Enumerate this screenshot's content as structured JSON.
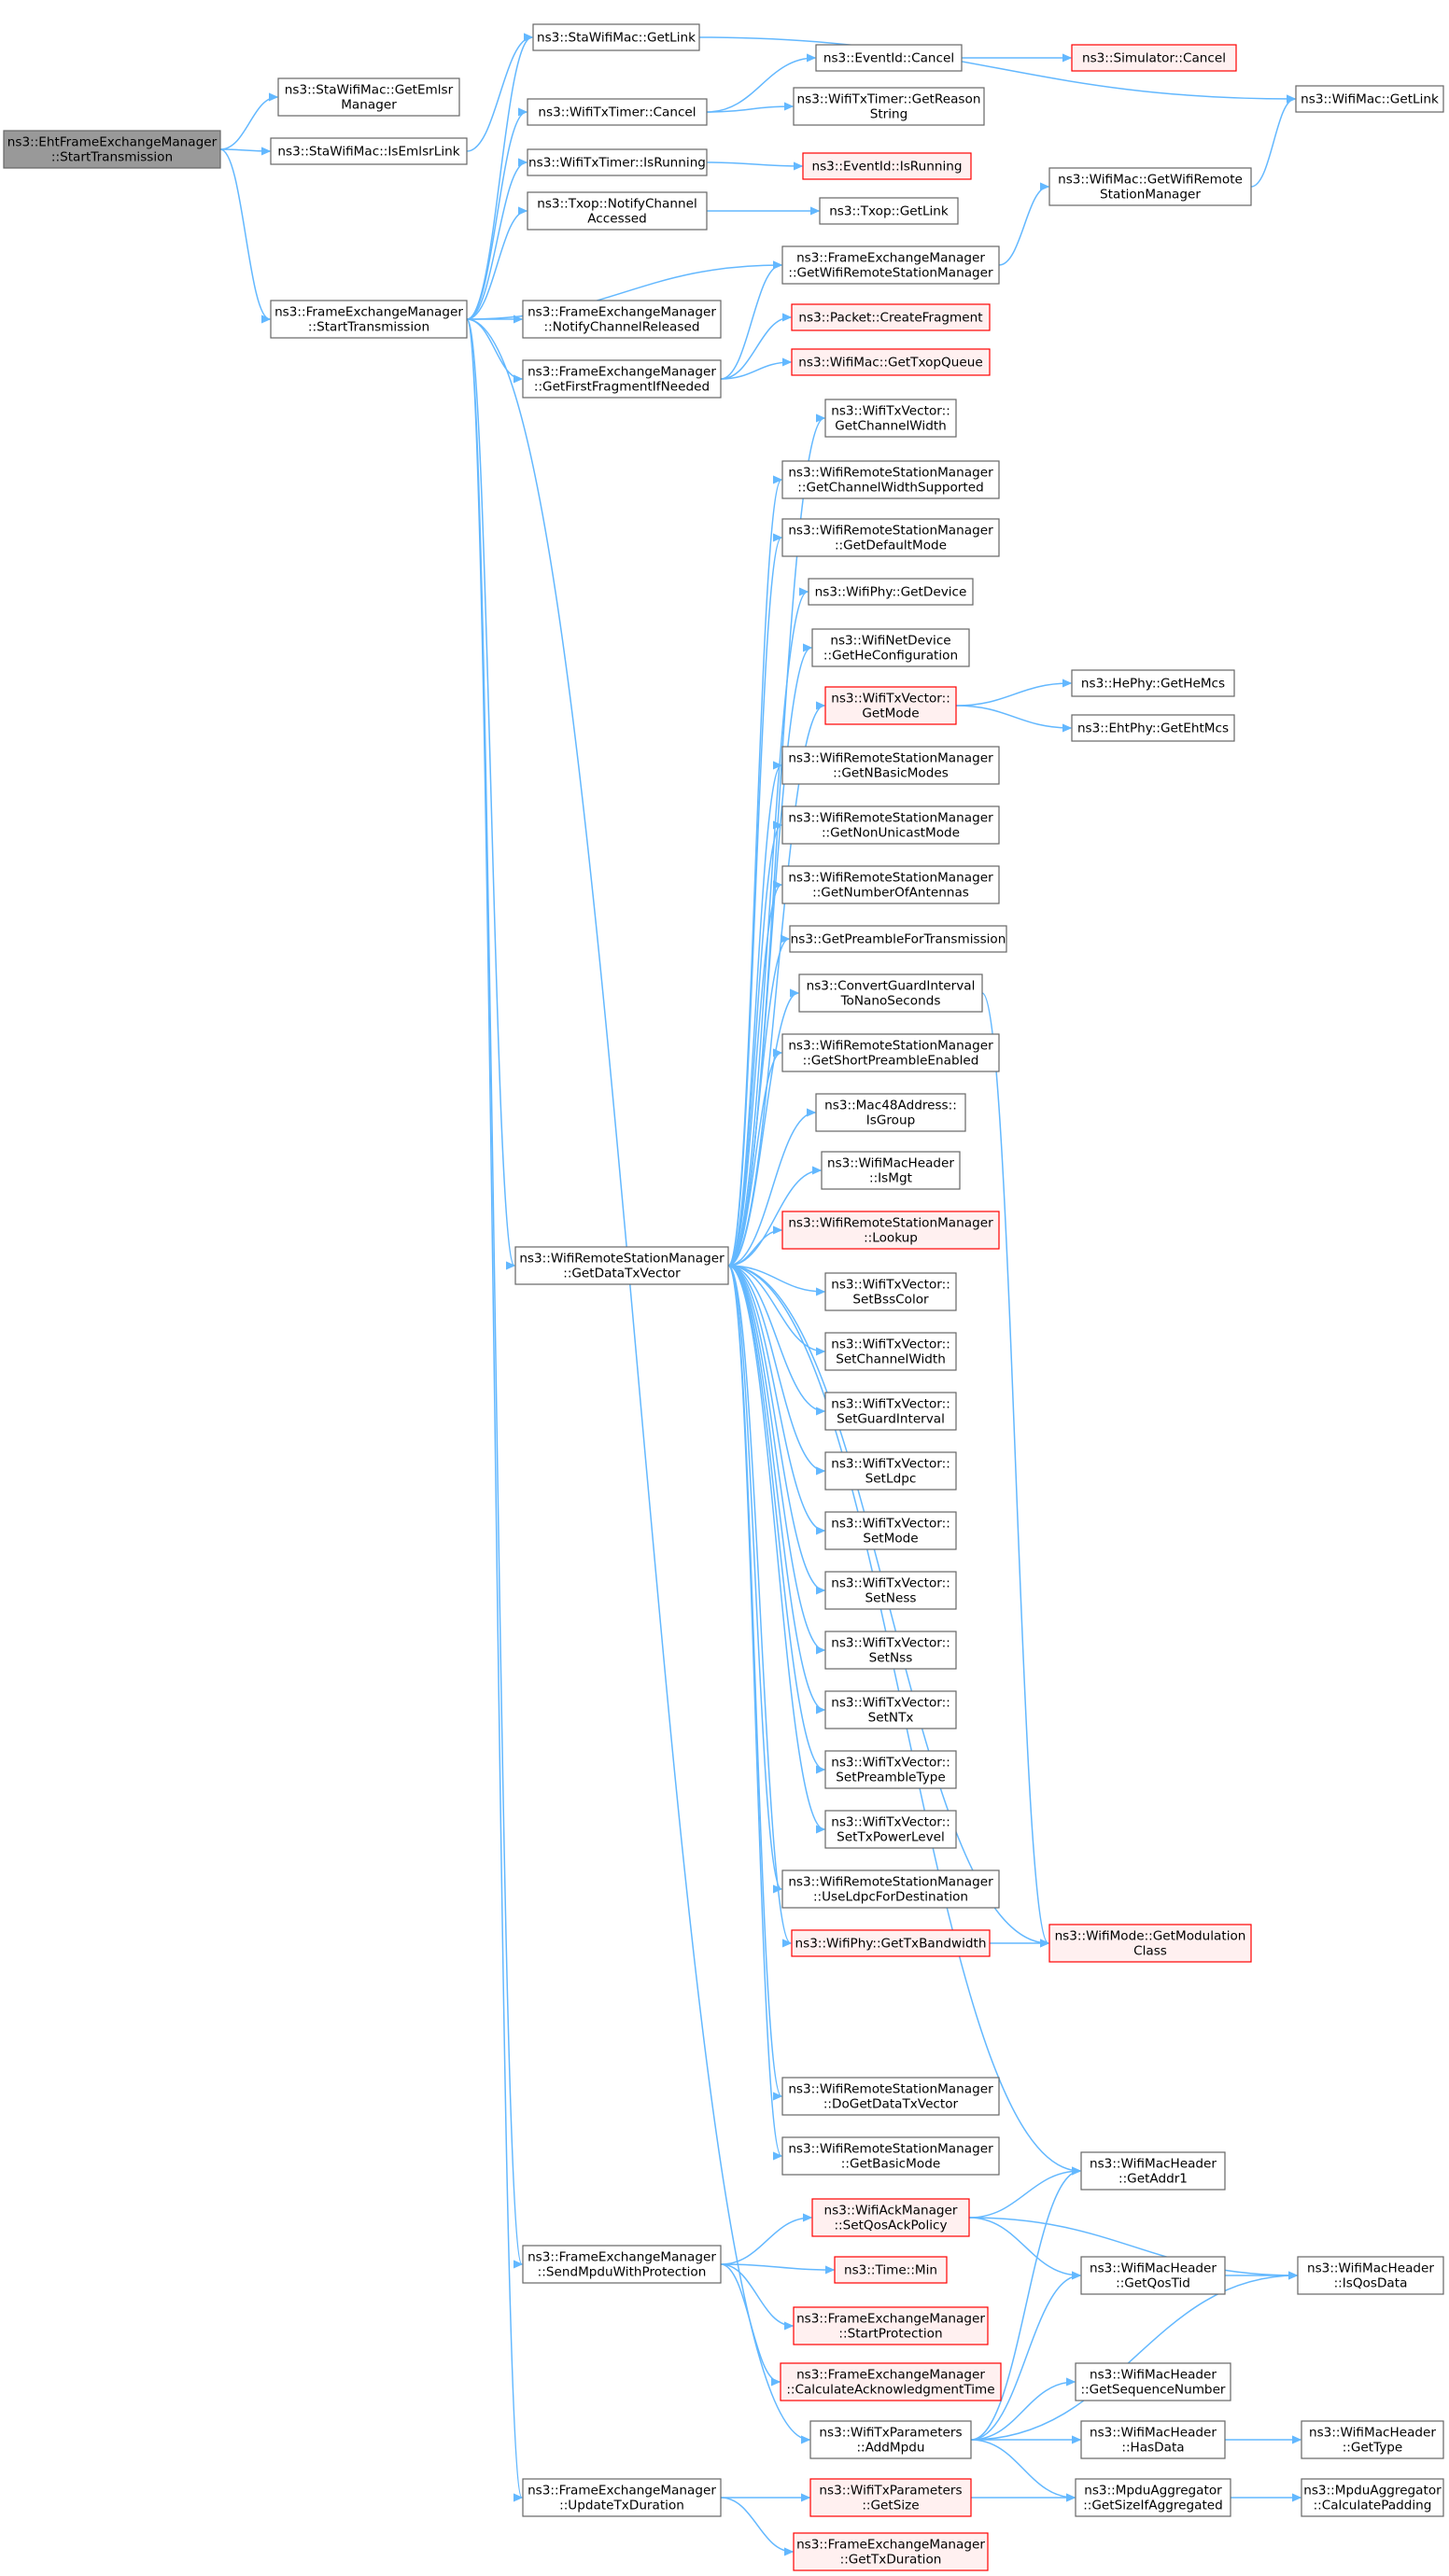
{
  "colors": {
    "edge": "#63b8ff",
    "node_border": "#666666",
    "red_border": "#ff0000",
    "root_fill": "#999999",
    "root_border": "#666666",
    "node_fill": "#ffffff",
    "red_fill": "#fff0f0",
    "text": "#000000"
  },
  "nodes": [
    {
      "id": "root",
      "lines": [
        "ns3::EhtFrameExchangeManager",
        "::StartTransmission"
      ],
      "style": "root"
    },
    {
      "id": "getEmlsrManager",
      "lines": [
        "ns3::StaWifiMac::GetEmlsr",
        "Manager"
      ],
      "style": "normal"
    },
    {
      "id": "isEmlsrLink",
      "lines": [
        "ns3::StaWifiMac::IsEmlsrLink"
      ],
      "style": "normal"
    },
    {
      "id": "staGetLink",
      "lines": [
        "ns3::StaWifiMac::GetLink"
      ],
      "style": "normal"
    },
    {
      "id": "wifiMacGetLink",
      "lines": [
        "ns3::WifiMac::GetLink"
      ],
      "style": "normal"
    },
    {
      "id": "femStartTx",
      "lines": [
        "ns3::FrameExchangeManager",
        "::StartTransmission"
      ],
      "style": "normal"
    },
    {
      "id": "timerCancel",
      "lines": [
        "ns3::WifiTxTimer::Cancel"
      ],
      "style": "normal"
    },
    {
      "id": "eventCancel",
      "lines": [
        "ns3::EventId::Cancel"
      ],
      "style": "normal"
    },
    {
      "id": "simCancel",
      "lines": [
        "ns3::Simulator::Cancel"
      ],
      "style": "red"
    },
    {
      "id": "getReasonString",
      "lines": [
        "ns3::WifiTxTimer::GetReason",
        "String"
      ],
      "style": "normal"
    },
    {
      "id": "timerIsRunning",
      "lines": [
        "ns3::WifiTxTimer::IsRunning"
      ],
      "style": "normal"
    },
    {
      "id": "eventIsRunning",
      "lines": [
        "ns3::EventId::IsRunning"
      ],
      "style": "red"
    },
    {
      "id": "notifyChAccessed",
      "lines": [
        "ns3::Txop::NotifyChannel",
        "Accessed"
      ],
      "style": "normal"
    },
    {
      "id": "txopGetLink",
      "lines": [
        "ns3::Txop::GetLink"
      ],
      "style": "normal"
    },
    {
      "id": "macGetWrsm",
      "lines": [
        "ns3::WifiMac::GetWifiRemote",
        "StationManager"
      ],
      "style": "normal"
    },
    {
      "id": "femGetWrsm",
      "lines": [
        "ns3::FrameExchangeManager",
        "::GetWifiRemoteStationManager"
      ],
      "style": "normal"
    },
    {
      "id": "notifyChReleased",
      "lines": [
        "ns3::FrameExchangeManager",
        "::NotifyChannelReleased"
      ],
      "style": "normal"
    },
    {
      "id": "createFragment",
      "lines": [
        "ns3::Packet::CreateFragment"
      ],
      "style": "red"
    },
    {
      "id": "getFirstFrag",
      "lines": [
        "ns3::FrameExchangeManager",
        "::GetFirstFragmentIfNeeded"
      ],
      "style": "normal"
    },
    {
      "id": "getTxopQueue",
      "lines": [
        "ns3::WifiMac::GetTxopQueue"
      ],
      "style": "red"
    },
    {
      "id": "getChannelWidth",
      "lines": [
        "ns3::WifiTxVector::",
        "GetChannelWidth"
      ],
      "style": "normal"
    },
    {
      "id": "getCwSupported",
      "lines": [
        "ns3::WifiRemoteStationManager",
        "::GetChannelWidthSupported"
      ],
      "style": "normal"
    },
    {
      "id": "getDefaultMode",
      "lines": [
        "ns3::WifiRemoteStationManager",
        "::GetDefaultMode"
      ],
      "style": "normal"
    },
    {
      "id": "phyGetDevice",
      "lines": [
        "ns3::WifiPhy::GetDevice"
      ],
      "style": "normal"
    },
    {
      "id": "getHeConfig",
      "lines": [
        "ns3::WifiNetDevice",
        "::GetHeConfiguration"
      ],
      "style": "normal"
    },
    {
      "id": "tvGetMode",
      "lines": [
        "ns3::WifiTxVector::",
        "GetMode"
      ],
      "style": "red"
    },
    {
      "id": "heGetHeMcs",
      "lines": [
        "ns3::HePhy::GetHeMcs"
      ],
      "style": "normal"
    },
    {
      "id": "ehtGetEhtMcs",
      "lines": [
        "ns3::EhtPhy::GetEhtMcs"
      ],
      "style": "normal"
    },
    {
      "id": "getNBasicModes",
      "lines": [
        "ns3::WifiRemoteStationManager",
        "::GetNBasicModes"
      ],
      "style": "normal"
    },
    {
      "id": "getNonUnicastMode",
      "lines": [
        "ns3::WifiRemoteStationManager",
        "::GetNonUnicastMode"
      ],
      "style": "normal"
    },
    {
      "id": "getNumAntennas",
      "lines": [
        "ns3::WifiRemoteStationManager",
        "::GetNumberOfAntennas"
      ],
      "style": "normal"
    },
    {
      "id": "getPreamble",
      "lines": [
        "ns3::GetPreambleForTransmission"
      ],
      "style": "normal"
    },
    {
      "id": "convertGi",
      "lines": [
        "ns3::ConvertGuardInterval",
        "ToNanoSeconds"
      ],
      "style": "normal"
    },
    {
      "id": "getShortPreamble",
      "lines": [
        "ns3::WifiRemoteStationManager",
        "::GetShortPreambleEnabled"
      ],
      "style": "normal"
    },
    {
      "id": "isGroup",
      "lines": [
        "ns3::Mac48Address::",
        "IsGroup"
      ],
      "style": "normal"
    },
    {
      "id": "isMgt",
      "lines": [
        "ns3::WifiMacHeader",
        "::IsMgt"
      ],
      "style": "normal"
    },
    {
      "id": "lookup",
      "lines": [
        "ns3::WifiRemoteStationManager",
        "::Lookup"
      ],
      "style": "red"
    },
    {
      "id": "getDataTxVector",
      "lines": [
        "ns3::WifiRemoteStationManager",
        "::GetDataTxVector"
      ],
      "style": "normal"
    },
    {
      "id": "setBssColor",
      "lines": [
        "ns3::WifiTxVector::",
        "SetBssColor"
      ],
      "style": "normal"
    },
    {
      "id": "setChannelWidth",
      "lines": [
        "ns3::WifiTxVector::",
        "SetChannelWidth"
      ],
      "style": "normal"
    },
    {
      "id": "setGuardInterval",
      "lines": [
        "ns3::WifiTxVector::",
        "SetGuardInterval"
      ],
      "style": "normal"
    },
    {
      "id": "setLdpc",
      "lines": [
        "ns3::WifiTxVector::",
        "SetLdpc"
      ],
      "style": "normal"
    },
    {
      "id": "setMode",
      "lines": [
        "ns3::WifiTxVector::",
        "SetMode"
      ],
      "style": "normal"
    },
    {
      "id": "setNess",
      "lines": [
        "ns3::WifiTxVector::",
        "SetNess"
      ],
      "style": "normal"
    },
    {
      "id": "setNss",
      "lines": [
        "ns3::WifiTxVector::",
        "SetNss"
      ],
      "style": "normal"
    },
    {
      "id": "setNTx",
      "lines": [
        "ns3::WifiTxVector::",
        "SetNTx"
      ],
      "style": "normal"
    },
    {
      "id": "setPreambleType",
      "lines": [
        "ns3::WifiTxVector::",
        "SetPreambleType"
      ],
      "style": "normal"
    },
    {
      "id": "setTxPowerLevel",
      "lines": [
        "ns3::WifiTxVector::",
        "SetTxPowerLevel"
      ],
      "style": "normal"
    },
    {
      "id": "useLdpc",
      "lines": [
        "ns3::WifiRemoteStationManager",
        "::UseLdpcForDestination"
      ],
      "style": "normal"
    },
    {
      "id": "getTxBandwidth",
      "lines": [
        "ns3::WifiPhy::GetTxBandwidth"
      ],
      "style": "red"
    },
    {
      "id": "getModulationClass",
      "lines": [
        "ns3::WifiMode::GetModulation",
        "Class"
      ],
      "style": "red"
    },
    {
      "id": "doGetDataTxVector",
      "lines": [
        "ns3::WifiRemoteStationManager",
        "::DoGetDataTxVector"
      ],
      "style": "normal"
    },
    {
      "id": "getBasicMode",
      "lines": [
        "ns3::WifiRemoteStationManager",
        "::GetBasicMode"
      ],
      "style": "normal"
    },
    {
      "id": "getAddr1",
      "lines": [
        "ns3::WifiMacHeader",
        "::GetAddr1"
      ],
      "style": "normal"
    },
    {
      "id": "setQosAckPolicy",
      "lines": [
        "ns3::WifiAckManager",
        "::SetQosAckPolicy"
      ],
      "style": "red"
    },
    {
      "id": "sendMpduWithProtection",
      "lines": [
        "ns3::FrameExchangeManager",
        "::SendMpduWithProtection"
      ],
      "style": "normal"
    },
    {
      "id": "timeMin",
      "lines": [
        "ns3::Time::Min"
      ],
      "style": "red"
    },
    {
      "id": "getQosTid",
      "lines": [
        "ns3::WifiMacHeader",
        "::GetQosTid"
      ],
      "style": "normal"
    },
    {
      "id": "isQosData",
      "lines": [
        "ns3::WifiMacHeader",
        "::IsQosData"
      ],
      "style": "normal"
    },
    {
      "id": "startProtection",
      "lines": [
        "ns3::FrameExchangeManager",
        "::StartProtection"
      ],
      "style": "red"
    },
    {
      "id": "calcAckTime",
      "lines": [
        "ns3::FrameExchangeManager",
        "::CalculateAcknowledgmentTime"
      ],
      "style": "red"
    },
    {
      "id": "getSeqNumber",
      "lines": [
        "ns3::WifiMacHeader",
        "::GetSequenceNumber"
      ],
      "style": "normal"
    },
    {
      "id": "addMpdu",
      "lines": [
        "ns3::WifiTxParameters",
        "::AddMpdu"
      ],
      "style": "normal"
    },
    {
      "id": "hasData",
      "lines": [
        "ns3::WifiMacHeader",
        "::HasData"
      ],
      "style": "normal"
    },
    {
      "id": "getType",
      "lines": [
        "ns3::WifiMacHeader",
        "::GetType"
      ],
      "style": "normal"
    },
    {
      "id": "updateTxDuration",
      "lines": [
        "ns3::FrameExchangeManager",
        "::UpdateTxDuration"
      ],
      "style": "normal"
    },
    {
      "id": "tpGetSize",
      "lines": [
        "ns3::WifiTxParameters",
        "::GetSize"
      ],
      "style": "red"
    },
    {
      "id": "getSizeIfAgg",
      "lines": [
        "ns3::MpduAggregator",
        "::GetSizeIfAggregated"
      ],
      "style": "normal"
    },
    {
      "id": "calcPadding",
      "lines": [
        "ns3::MpduAggregator",
        "::CalculatePadding"
      ],
      "style": "normal"
    },
    {
      "id": "getTxDuration",
      "lines": [
        "ns3::FrameExchangeManager",
        "::GetTxDuration"
      ],
      "style": "red"
    }
  ],
  "edges": [
    [
      "root",
      "getEmlsrManager"
    ],
    [
      "root",
      "isEmlsrLink"
    ],
    [
      "root",
      "femStartTx"
    ],
    [
      "isEmlsrLink",
      "staGetLink"
    ],
    [
      "staGetLink",
      "wifiMacGetLink"
    ],
    [
      "femStartTx",
      "staGetLink"
    ],
    [
      "femStartTx",
      "timerCancel"
    ],
    [
      "femStartTx",
      "timerIsRunning"
    ],
    [
      "femStartTx",
      "notifyChAccessed"
    ],
    [
      "femStartTx",
      "femGetWrsm"
    ],
    [
      "femStartTx",
      "notifyChReleased"
    ],
    [
      "femStartTx",
      "getFirstFrag"
    ],
    [
      "femStartTx",
      "getDataTxVector"
    ],
    [
      "femStartTx",
      "sendMpduWithProtection"
    ],
    [
      "femStartTx",
      "addMpdu"
    ],
    [
      "femStartTx",
      "updateTxDuration"
    ],
    [
      "timerCancel",
      "eventCancel"
    ],
    [
      "timerCancel",
      "getReasonString"
    ],
    [
      "eventCancel",
      "simCancel"
    ],
    [
      "timerIsRunning",
      "eventIsRunning"
    ],
    [
      "notifyChAccessed",
      "txopGetLink"
    ],
    [
      "femGetWrsm",
      "macGetWrsm"
    ],
    [
      "macGetWrsm",
      "wifiMacGetLink"
    ],
    [
      "getFirstFrag",
      "femGetWrsm"
    ],
    [
      "getFirstFrag",
      "createFragment"
    ],
    [
      "getFirstFrag",
      "getTxopQueue"
    ],
    [
      "getDataTxVector",
      "getChannelWidth"
    ],
    [
      "getDataTxVector",
      "getCwSupported"
    ],
    [
      "getDataTxVector",
      "getDefaultMode"
    ],
    [
      "getDataTxVector",
      "phyGetDevice"
    ],
    [
      "getDataTxVector",
      "getHeConfig"
    ],
    [
      "getDataTxVector",
      "tvGetMode"
    ],
    [
      "getDataTxVector",
      "getNBasicModes"
    ],
    [
      "getDataTxVector",
      "getNonUnicastMode"
    ],
    [
      "getDataTxVector",
      "getNumAntennas"
    ],
    [
      "getDataTxVector",
      "getPreamble"
    ],
    [
      "getDataTxVector",
      "convertGi"
    ],
    [
      "getDataTxVector",
      "getShortPreamble"
    ],
    [
      "getDataTxVector",
      "isGroup"
    ],
    [
      "getDataTxVector",
      "isMgt"
    ],
    [
      "getDataTxVector",
      "lookup"
    ],
    [
      "getDataTxVector",
      "setBssColor"
    ],
    [
      "getDataTxVector",
      "setChannelWidth"
    ],
    [
      "getDataTxVector",
      "setGuardInterval"
    ],
    [
      "getDataTxVector",
      "setLdpc"
    ],
    [
      "getDataTxVector",
      "setMode"
    ],
    [
      "getDataTxVector",
      "setNess"
    ],
    [
      "getDataTxVector",
      "setNss"
    ],
    [
      "getDataTxVector",
      "setNTx"
    ],
    [
      "getDataTxVector",
      "setPreambleType"
    ],
    [
      "getDataTxVector",
      "setTxPowerLevel"
    ],
    [
      "getDataTxVector",
      "useLdpc"
    ],
    [
      "getDataTxVector",
      "getTxBandwidth"
    ],
    [
      "getDataTxVector",
      "getModulationClass"
    ],
    [
      "getDataTxVector",
      "doGetDataTxVector"
    ],
    [
      "getDataTxVector",
      "getBasicMode"
    ],
    [
      "getDataTxVector",
      "getAddr1"
    ],
    [
      "tvGetMode",
      "heGetHeMcs"
    ],
    [
      "tvGetMode",
      "ehtGetEhtMcs"
    ],
    [
      "convertGi",
      "getModulationClass"
    ],
    [
      "getTxBandwidth",
      "getModulationClass"
    ],
    [
      "sendMpduWithProtection",
      "setQosAckPolicy"
    ],
    [
      "sendMpduWithProtection",
      "timeMin"
    ],
    [
      "sendMpduWithProtection",
      "startProtection"
    ],
    [
      "sendMpduWithProtection",
      "calcAckTime"
    ],
    [
      "setQosAckPolicy",
      "getAddr1"
    ],
    [
      "setQosAckPolicy",
      "getQosTid"
    ],
    [
      "setQosAckPolicy",
      "isQosData"
    ],
    [
      "getQosTid",
      "isQosData"
    ],
    [
      "addMpdu",
      "getAddr1"
    ],
    [
      "addMpdu",
      "getQosTid"
    ],
    [
      "addMpdu",
      "isQosData"
    ],
    [
      "addMpdu",
      "getSeqNumber"
    ],
    [
      "addMpdu",
      "hasData"
    ],
    [
      "addMpdu",
      "getSizeIfAgg"
    ],
    [
      "hasData",
      "getType"
    ],
    [
      "updateTxDuration",
      "tpGetSize"
    ],
    [
      "updateTxDuration",
      "getTxDuration"
    ],
    [
      "tpGetSize",
      "getSizeIfAgg"
    ],
    [
      "getSizeIfAgg",
      "calcPadding"
    ]
  ]
}
